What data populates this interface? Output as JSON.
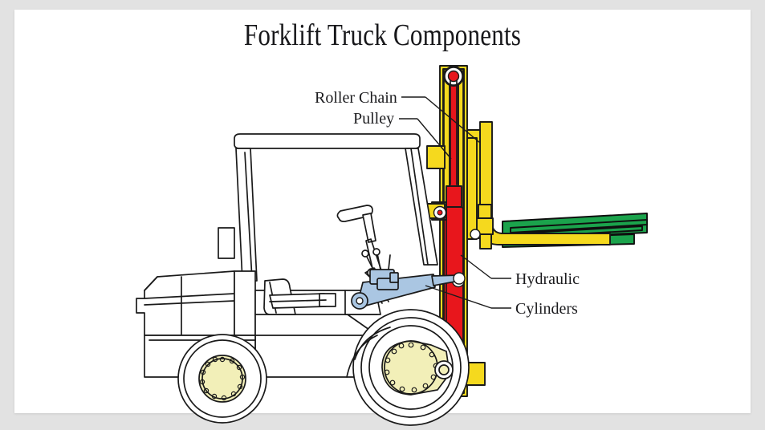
{
  "page": {
    "background_color": "#e2e2e2",
    "canvas_color": "#ffffff"
  },
  "title": "Forklift Truck Components",
  "labels": {
    "roller_chain": "Roller Chain",
    "pulley": "Pulley",
    "hydraulic": "Hydraulic",
    "cylinders": "Cylinders"
  },
  "diagram": {
    "subject": "forklift-truck-side-view",
    "colors": {
      "mast_yellow": "#f5d91e",
      "cylinder_red": "#e8161c",
      "load_green": "#1ba34c",
      "tilt_cylinder_blue": "#aac6e2",
      "wheel_hub": "#f2efb8",
      "outline": "#1a1a1a",
      "body_fill": "#ffffff"
    },
    "parts": [
      "overhead-guard",
      "operator-seat",
      "steering-wheel",
      "counterweight",
      "rear-wheel",
      "front-wheel",
      "tilt-cylinder",
      "mast",
      "lift-cylinder",
      "pulley-sheave",
      "roller-chain",
      "carriage",
      "fork",
      "pallet-load"
    ]
  }
}
